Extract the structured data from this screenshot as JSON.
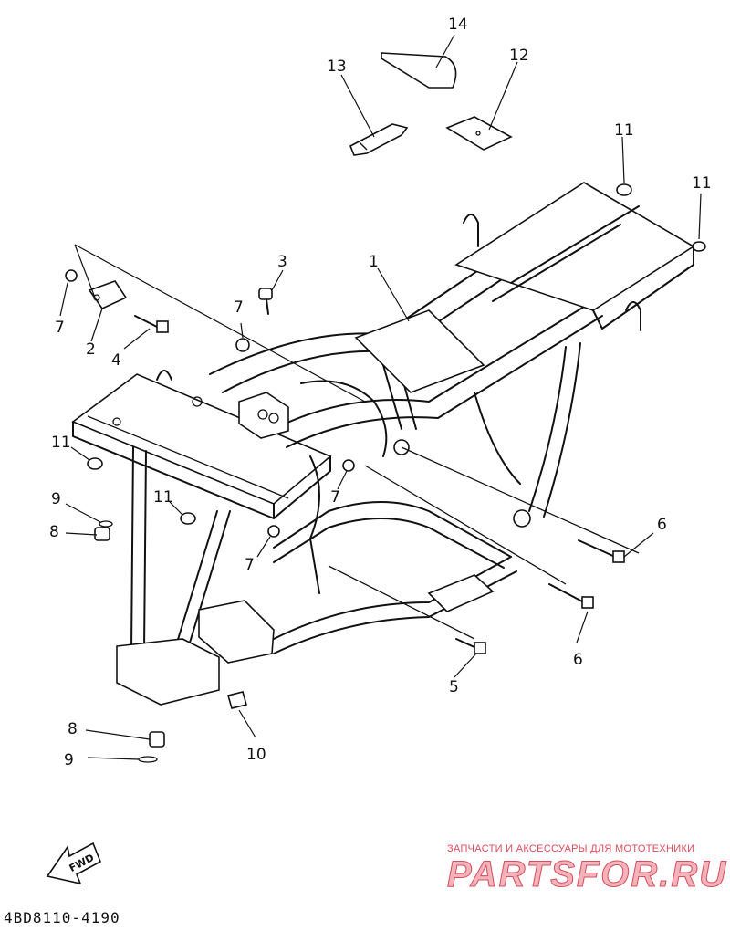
{
  "callouts": [
    {
      "id": "c1",
      "label": "1"
    },
    {
      "id": "c2",
      "label": "2"
    },
    {
      "id": "c3",
      "label": "3"
    },
    {
      "id": "c4",
      "label": "4"
    },
    {
      "id": "c5",
      "label": "5"
    },
    {
      "id": "c6a",
      "label": "6"
    },
    {
      "id": "c6b",
      "label": "6"
    },
    {
      "id": "c7a",
      "label": "7"
    },
    {
      "id": "c7b",
      "label": "7"
    },
    {
      "id": "c7c",
      "label": "7"
    },
    {
      "id": "c7d",
      "label": "7"
    },
    {
      "id": "c8a",
      "label": "8"
    },
    {
      "id": "c8b",
      "label": "8"
    },
    {
      "id": "c9a",
      "label": "9"
    },
    {
      "id": "c9b",
      "label": "9"
    },
    {
      "id": "c10",
      "label": "10"
    },
    {
      "id": "c11a",
      "label": "11"
    },
    {
      "id": "c11b",
      "label": "11"
    },
    {
      "id": "c11c",
      "label": "11"
    },
    {
      "id": "c11d",
      "label": "11"
    },
    {
      "id": "c12",
      "label": "12"
    },
    {
      "id": "c13",
      "label": "13"
    },
    {
      "id": "c14",
      "label": "14"
    }
  ],
  "fwd_label": "FWD",
  "diagram_code": "4BD8110-4190",
  "watermark": {
    "tagline": "ЗАПЧАСТИ И АКСЕССУАРЫ ДЛЯ МОТОТЕХНИКИ",
    "brand": "PARTSFOR.RU",
    "color": "#e04a5a"
  }
}
